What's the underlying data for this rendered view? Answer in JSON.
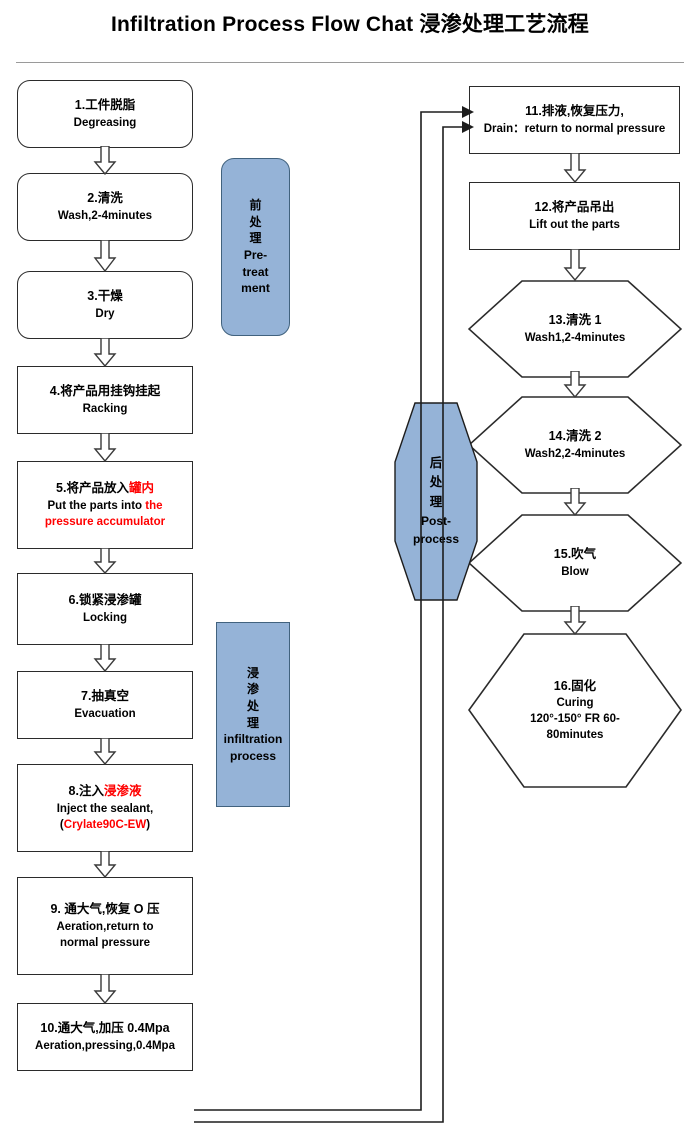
{
  "title": "Infiltration Process Flow Chat 浸渗处理工艺流程",
  "colors": {
    "blue_fill": "#95b3d7",
    "blue_stroke": "#41627e",
    "node_stroke": "#2b2b2b",
    "accent_red": "#ff0000",
    "rule": "#9a9a9a"
  },
  "left_column": [
    {
      "id": "step-1",
      "shape": "rounded-rect",
      "lines": [
        {
          "text": "1.工件脱脂",
          "cjk": true
        },
        {
          "text": "Degreasing"
        }
      ]
    },
    {
      "id": "step-2",
      "shape": "rounded-rect",
      "lines": [
        {
          "text": "2.清洗",
          "cjk": true
        },
        {
          "text": "Wash,2-4minutes"
        }
      ]
    },
    {
      "id": "step-3",
      "shape": "rounded-rect",
      "lines": [
        {
          "text": "3.干燥",
          "cjk": true
        },
        {
          "text": "Dry"
        }
      ]
    },
    {
      "id": "step-4",
      "shape": "rect",
      "lines": [
        {
          "text": "4.将产品用挂钩挂起",
          "cjk": true
        },
        {
          "text": "Racking"
        }
      ]
    },
    {
      "id": "step-5",
      "shape": "rect",
      "lines": [
        {
          "segments": [
            {
              "text": "5.将产品放入"
            },
            {
              "text": "罐内",
              "red": true
            }
          ],
          "cjk": true
        },
        {
          "segments": [
            {
              "text": "Put the parts into "
            },
            {
              "text": "the",
              "red": true
            }
          ]
        },
        {
          "segments": [
            {
              "text": "pressure accumulator",
              "red": true
            }
          ]
        }
      ]
    },
    {
      "id": "step-6",
      "shape": "rect",
      "lines": [
        {
          "text": "6.锁紧浸渗罐",
          "cjk": true
        },
        {
          "text": "Locking"
        }
      ]
    },
    {
      "id": "step-7",
      "shape": "rect",
      "lines": [
        {
          "text": "7.抽真空",
          "cjk": true
        },
        {
          "text": "Evacuation"
        }
      ]
    },
    {
      "id": "step-8",
      "shape": "rect",
      "lines": [
        {
          "segments": [
            {
              "text": "8.注入"
            },
            {
              "text": "浸渗液",
              "red": true
            }
          ],
          "cjk": true
        },
        {
          "text": "Inject the sealant,"
        },
        {
          "segments": [
            {
              "text": "("
            },
            {
              "text": "Crylate90C-EW",
              "red": true
            },
            {
              "text": ")"
            }
          ]
        }
      ]
    },
    {
      "id": "step-9",
      "shape": "rect",
      "lines": [
        {
          "text": "9. 通大气,恢复 O 压",
          "cjk": true
        },
        {
          "text": "Aeration,return to"
        },
        {
          "text": "normal pressure"
        }
      ]
    },
    {
      "id": "step-10",
      "shape": "rect",
      "lines": [
        {
          "text": "10.通大气,加压 0.4Mpa",
          "cjk": true
        },
        {
          "text": "Aeration,pressing,0.4Mpa"
        }
      ]
    }
  ],
  "right_column": [
    {
      "id": "step-11",
      "shape": "rect",
      "lines": [
        {
          "text": "11.排液,恢复压力,",
          "cjk": true
        },
        {
          "text": "Drain：return to normal pressure"
        }
      ]
    },
    {
      "id": "step-12",
      "shape": "rect",
      "lines": [
        {
          "text": "12.将产品吊出",
          "cjk": true
        },
        {
          "text": "Lift out the parts"
        }
      ]
    },
    {
      "id": "step-13",
      "shape": "hexagon",
      "lines": [
        {
          "text": "13.清洗 1",
          "cjk": true
        },
        {
          "text": "Wash1,2-4minutes"
        }
      ]
    },
    {
      "id": "step-14",
      "shape": "hexagon",
      "lines": [
        {
          "text": "14.清洗 2",
          "cjk": true
        },
        {
          "text": "Wash2,2-4minutes"
        }
      ]
    },
    {
      "id": "step-15",
      "shape": "hexagon",
      "lines": [
        {
          "text": "15.吹气",
          "cjk": true
        },
        {
          "text": "Blow"
        }
      ]
    },
    {
      "id": "step-16",
      "shape": "hexagon",
      "lines": [
        {
          "text": "16.固化",
          "cjk": true
        },
        {
          "text": "Curing"
        },
        {
          "text": "120°-150° FR 60-"
        },
        {
          "text": "80minutes"
        }
      ]
    }
  ],
  "phase_labels": [
    {
      "id": "phase-pretreatment",
      "shape": "rounded-rect",
      "lines": [
        {
          "text": "前",
          "cjk": true
        },
        {
          "text": "处",
          "cjk": true
        },
        {
          "text": "理",
          "cjk": true
        },
        {
          "text": "Pre-"
        },
        {
          "text": "treat"
        },
        {
          "text": "ment"
        }
      ]
    },
    {
      "id": "phase-infiltration",
      "shape": "rect",
      "lines": [
        {
          "text": "浸",
          "cjk": true
        },
        {
          "text": "渗",
          "cjk": true
        },
        {
          "text": "处",
          "cjk": true
        },
        {
          "text": "理",
          "cjk": true
        },
        {
          "text": "infiltration"
        },
        {
          "text": "process"
        }
      ]
    },
    {
      "id": "phase-postprocess",
      "shape": "hexagon-vertical",
      "lines": [
        {
          "text": "后",
          "cjk": true
        },
        {
          "text": "处",
          "cjk": true
        },
        {
          "text": "理",
          "cjk": true
        },
        {
          "text": "Post-"
        },
        {
          "text": "process"
        }
      ]
    }
  ]
}
